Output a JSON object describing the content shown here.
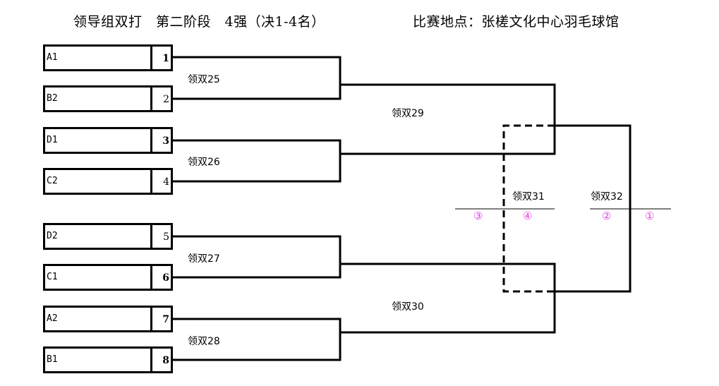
{
  "header": {
    "title_left": "领导组双打　第二阶段　4强（决1-4名）",
    "title_right": "比赛地点：张槎文化中心羽毛球馆"
  },
  "teams": [
    {
      "name": "A1",
      "seed": "1"
    },
    {
      "name": "B2",
      "seed": "2"
    },
    {
      "name": "D1",
      "seed": "3"
    },
    {
      "name": "C2",
      "seed": "4"
    },
    {
      "name": "D2",
      "seed": "5"
    },
    {
      "name": "C1",
      "seed": "6"
    },
    {
      "name": "A2",
      "seed": "7"
    },
    {
      "name": "B1",
      "seed": "8"
    }
  ],
  "matches": {
    "m25": "领双25",
    "m26": "领双26",
    "m27": "领双27",
    "m28": "领双28",
    "m29": "领双29",
    "m30": "领双30",
    "m31": "领双31",
    "m32": "领双32"
  },
  "placements": {
    "third": "③",
    "fourth": "④",
    "second": "②",
    "first": "①"
  },
  "colors": {
    "line": "#000000",
    "placement": "#e040e0"
  }
}
